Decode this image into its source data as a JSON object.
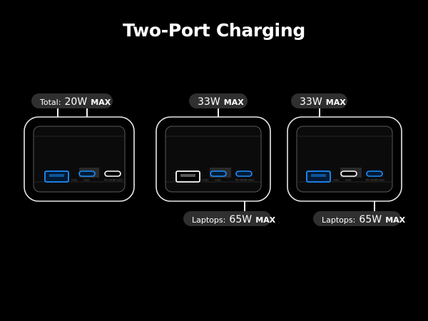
{
  "title": "Two-Port Charging",
  "scenario1": {
    "total_label": "Total:",
    "total_value": "20W",
    "total_unit": "MAX",
    "port_labels": [
      "Out1",
      "Out2",
      "PD 100W Out3"
    ]
  },
  "scenario2": {
    "top_value": "33W",
    "top_unit": "MAX",
    "bottom_label": "Laptops:",
    "bottom_value": "65W",
    "bottom_unit": "MAX",
    "port_labels": [
      "Out1",
      "Out2",
      "PD 100W Out3"
    ]
  },
  "scenario3": {
    "top_value": "33W",
    "top_unit": "MAX",
    "bottom_label": "Laptops:",
    "bottom_value": "65W",
    "bottom_unit": "MAX",
    "port_labels": [
      "Out1",
      "Out2",
      "PD 100W Out3"
    ]
  },
  "colors": {
    "active_port": "#1e8fff",
    "inactive_port": "#ffffff",
    "pill_bg": "#2f2f2f",
    "background": "#000000"
  }
}
